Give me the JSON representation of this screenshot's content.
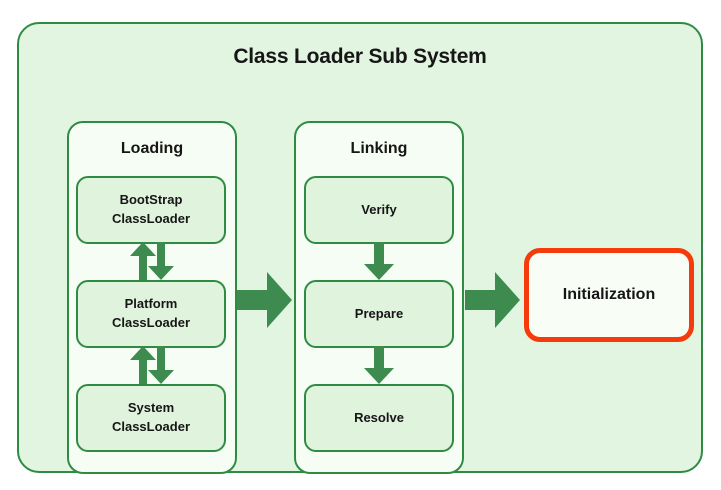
{
  "diagram": {
    "title": "Class Loader Sub System",
    "colors": {
      "outer_fill": "#e2f5e1",
      "panel_fill": "#f6fdf4",
      "box_fill": "#dff3dd",
      "border_green": "#2f8b43",
      "arrow_green": "#3d8b4f",
      "highlight_red": "#f53b0c",
      "text": "#161616"
    },
    "phases": [
      {
        "id": "loading",
        "title": "Loading",
        "steps": [
          {
            "line1": "BootStrap",
            "line2": "ClassLoader"
          },
          {
            "line1": "Platform",
            "line2": "ClassLoader"
          },
          {
            "line1": "System",
            "line2": "ClassLoader"
          }
        ],
        "connector_type": "bidirectional-vertical"
      },
      {
        "id": "linking",
        "title": "Linking",
        "steps": [
          {
            "line1": "Verify",
            "line2": ""
          },
          {
            "line1": "Prepare",
            "line2": ""
          },
          {
            "line1": "Resolve",
            "line2": ""
          }
        ],
        "connector_type": "down-vertical"
      }
    ],
    "final_stage": {
      "label": "Initialization",
      "highlighted": true
    },
    "flow_arrows": [
      {
        "from": "loading",
        "to": "linking",
        "direction": "right"
      },
      {
        "from": "linking",
        "to": "initialization",
        "direction": "right"
      }
    ]
  }
}
